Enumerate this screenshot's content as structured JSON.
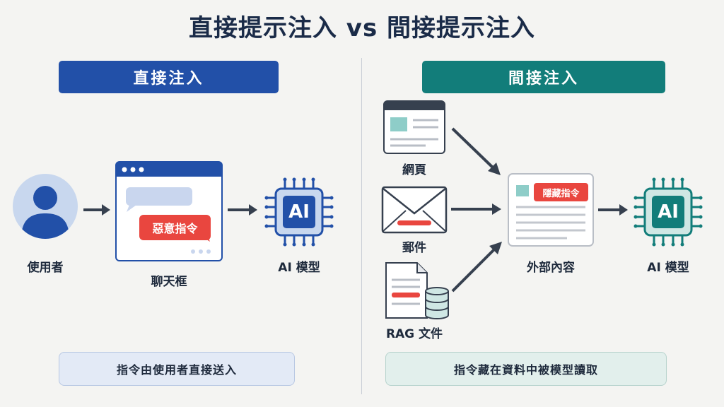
{
  "title": "直接提示注入 vs 間接提示注入",
  "left": {
    "banner": "直接注入",
    "user_label": "使用者",
    "chat_label": "聊天框",
    "malicious_tag": "惡意指令",
    "model_chip": "AI",
    "model_label": "AI 模型",
    "caption": "指令由使用者直接送入"
  },
  "right": {
    "banner": "間接注入",
    "sources": [
      {
        "label": "網頁",
        "icon": "webpage-icon"
      },
      {
        "label": "郵件",
        "icon": "email-icon"
      },
      {
        "label": "RAG 文件",
        "icon": "document-database-icon"
      }
    ],
    "hidden_tag": "隱藏指令",
    "external_label": "外部內容",
    "model_chip": "AI",
    "model_label": "AI 模型",
    "caption": "指令藏在資料中被模型讀取"
  },
  "colors": {
    "blue": "#2250a8",
    "teal": "#127d7a",
    "red": "#e9463f",
    "arrow": "#36404f"
  }
}
